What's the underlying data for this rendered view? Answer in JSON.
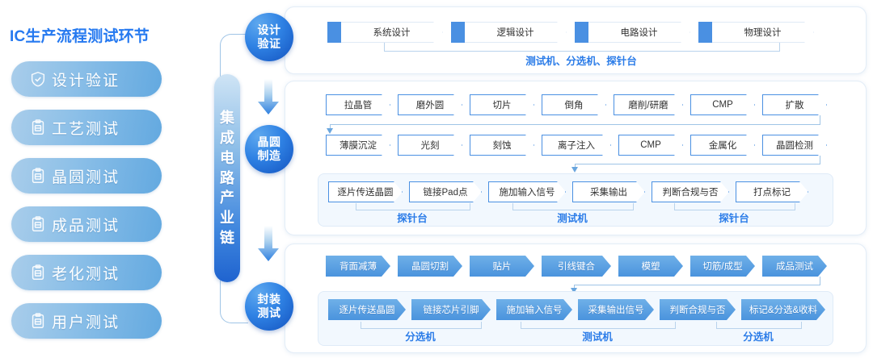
{
  "left": {
    "title": "IC生产流程测试环节",
    "items": [
      {
        "label": "设计验证",
        "icon": "shield-check-icon"
      },
      {
        "label": "工艺测试",
        "icon": "clipboard-icon"
      },
      {
        "label": "晶圆测试",
        "icon": "clipboard-icon"
      },
      {
        "label": "成品测试",
        "icon": "clipboard-icon"
      },
      {
        "label": "老化测试",
        "icon": "clipboard-icon"
      },
      {
        "label": "用户测试",
        "icon": "clipboard-icon"
      }
    ]
  },
  "chain": {
    "bar_chars": [
      "集",
      "成",
      "电",
      "路",
      "产",
      "业",
      "链"
    ],
    "nodes": [
      {
        "line1": "设计",
        "line2": "验证"
      },
      {
        "line1": "晶圆",
        "line2": "制造"
      },
      {
        "line1": "封装",
        "line2": "测试"
      }
    ]
  },
  "panels": {
    "design": {
      "steps": [
        "系统设计",
        "逻辑设计",
        "电路设计",
        "物理设计"
      ],
      "caption": "测试机、分选机、探针台"
    },
    "wafer": {
      "row1": [
        "拉晶管",
        "磨外圆",
        "切片",
        "倒角",
        "磨削/研磨",
        "CMP",
        "扩散"
      ],
      "row2": [
        "薄膜沉淀",
        "光刻",
        "刻蚀",
        "离子注入",
        "CMP",
        "金属化",
        "晶圆检测"
      ],
      "row3": [
        "逐片传送晶圆",
        "链接Pad点",
        "施加输入信号",
        "采集输出",
        "判断合规与否",
        "打点标记"
      ],
      "captions": [
        "探针台",
        "测试机",
        "探针台"
      ]
    },
    "package": {
      "row1": [
        "背面减薄",
        "晶圆切割",
        "贴片",
        "引线键合",
        "模塑",
        "切筋/成型",
        "成品测试"
      ],
      "row2": [
        "逐片传送晶圆",
        "链接芯片引脚",
        "施加输入信号",
        "采集输出信号",
        "判断合规与否",
        "标记&分选&收料"
      ],
      "captions": [
        "分选机",
        "测试机",
        "分选机"
      ]
    }
  },
  "colors": {
    "title": "#2579f0",
    "accent": "#4a90e2",
    "caption": "#2b7ce8",
    "pill_from": "#a9cdea",
    "pill_to": "#63a9e0"
  }
}
